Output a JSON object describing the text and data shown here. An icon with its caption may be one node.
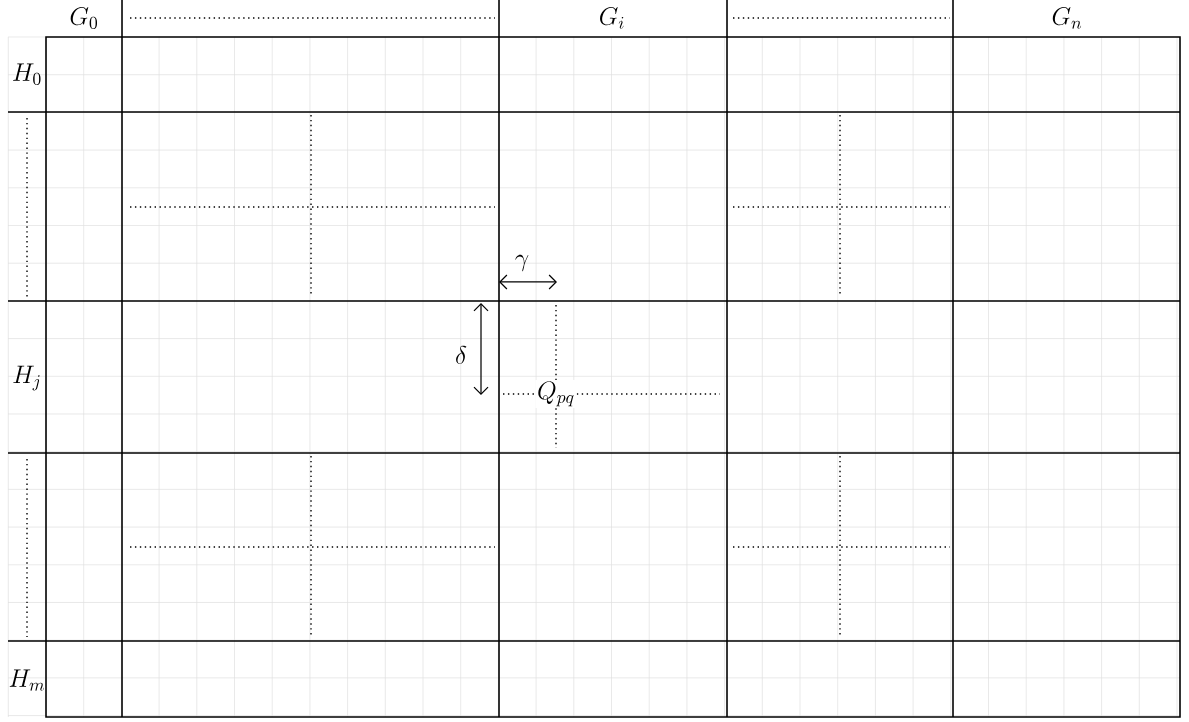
{
  "diagram": {
    "labels": [
      "G_0",
      "G_i",
      "G_n",
      "H_0",
      "\\gamma",
      "\\delta",
      "H_j",
      "Q_{pq}",
      "H_m"
    ]
  }
}
